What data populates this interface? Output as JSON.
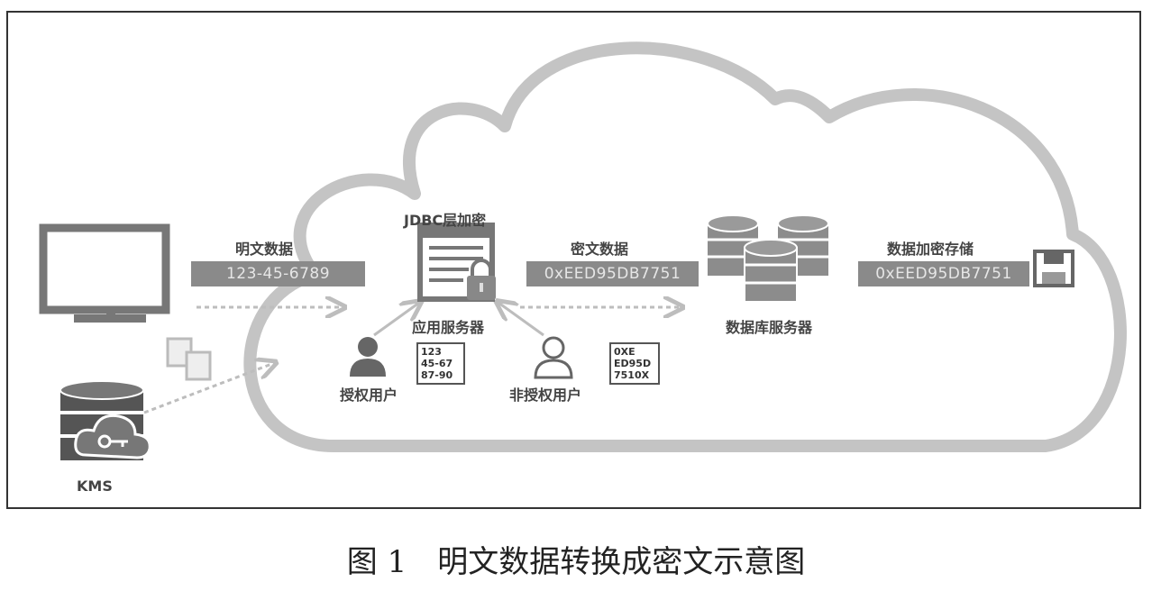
{
  "labels": {
    "jdbc": "JDBC层加密",
    "plaintext": "明文数据",
    "ciphertext": "密文数据",
    "encrypted_storage": "数据加密存储",
    "app_server": "应用服务器",
    "db_server": "数据库服务器",
    "authorized_user": "授权用户",
    "unauthorized_user": "非授权用户",
    "kms": "KMS"
  },
  "values": {
    "plain_value": "123-45-6789",
    "cipher_value": "0xEED95DB7751",
    "stored_value": "0xEED95DB7751"
  },
  "notes": {
    "authorized": [
      "123",
      "45-67",
      "87-90"
    ],
    "unauthorized": [
      "0XE",
      "ED95D",
      "7510X"
    ]
  },
  "caption": "图 1　明文数据转换成密文示意图"
}
